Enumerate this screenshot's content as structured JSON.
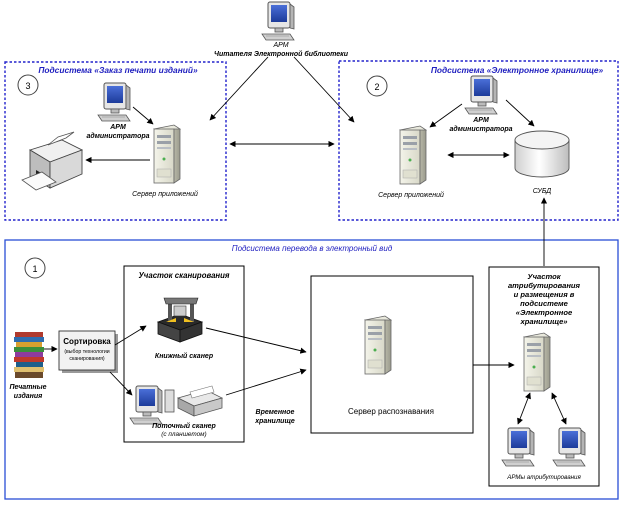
{
  "top_workstation": {
    "label_line1": "АРМ",
    "label_line2": "Читателя Электронной библиотеки"
  },
  "subsystem_print": {
    "title": "Подсистема «Заказ печати изданий»",
    "number": "3",
    "admin_label_line1": "АРМ",
    "admin_label_line2": "администратора",
    "server_label": "Сервер приложений"
  },
  "subsystem_storage": {
    "title": "Подсистема «Электронное хранилище»",
    "number": "2",
    "admin_label_line1": "АРМ",
    "admin_label_line2": "администратора",
    "server_label": "Сервер приложений",
    "db_label": "СУБД"
  },
  "subsystem_digitize": {
    "title": "Подсистема перевода в электронный вид",
    "number": "1",
    "printed_label_line1": "Печатные",
    "printed_label_line2": "издания",
    "sorting_title": "Сортировка",
    "sorting_note_line1": "(выбор технологии",
    "sorting_note_line2": "сканирования)",
    "scan_area_title": "Участок сканирования",
    "book_scanner_label": "Книжный сканер",
    "flow_scanner_line1": "Поточный сканер",
    "flow_scanner_line2": "(с планшетом)",
    "temp_storage_line1": "Временное",
    "temp_storage_line2": "хранилище",
    "recognition_server_label": "Сервер распознавания",
    "attr_area_lines": [
      "Участок",
      "атрибутирования",
      "и размещения в",
      "подсистеме",
      "«Электронное",
      "хранилище»"
    ],
    "attr_workstations_label": "АРМы атрибутирования"
  },
  "colors": {
    "subsystem_title": "#1f1fbf",
    "frame_blue": "#2a4fd6",
    "frame_dashed": "#2222cc"
  }
}
